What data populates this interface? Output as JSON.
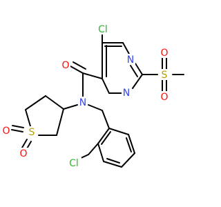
{
  "molecule": {
    "atoms": {
      "cl_top": {
        "text": "Cl",
        "color": "#32b432"
      },
      "n_ring_top": {
        "text": "N",
        "color": "#3344ee"
      },
      "n_ring_bottom": {
        "text": "N",
        "color": "#3344ee"
      },
      "s_sulfonyl": {
        "text": "S",
        "color": "#b4a000"
      },
      "o_sulfonyl_top": {
        "text": "O",
        "color": "#ff0d0d"
      },
      "o_sulfonyl_bottom": {
        "text": "O",
        "color": "#ff0d0d"
      },
      "o_carbonyl": {
        "text": "O",
        "color": "#ff0d0d"
      },
      "n_amide": {
        "text": "N",
        "color": "#3344ee"
      },
      "s_ring": {
        "text": "S",
        "color": "#b4a000"
      },
      "o_ring_left": {
        "text": "O",
        "color": "#ff0d0d"
      },
      "o_ring_bottom": {
        "text": "O",
        "color": "#ff0d0d"
      },
      "cl_bottom": {
        "text": "Cl",
        "color": "#32b432"
      }
    }
  }
}
